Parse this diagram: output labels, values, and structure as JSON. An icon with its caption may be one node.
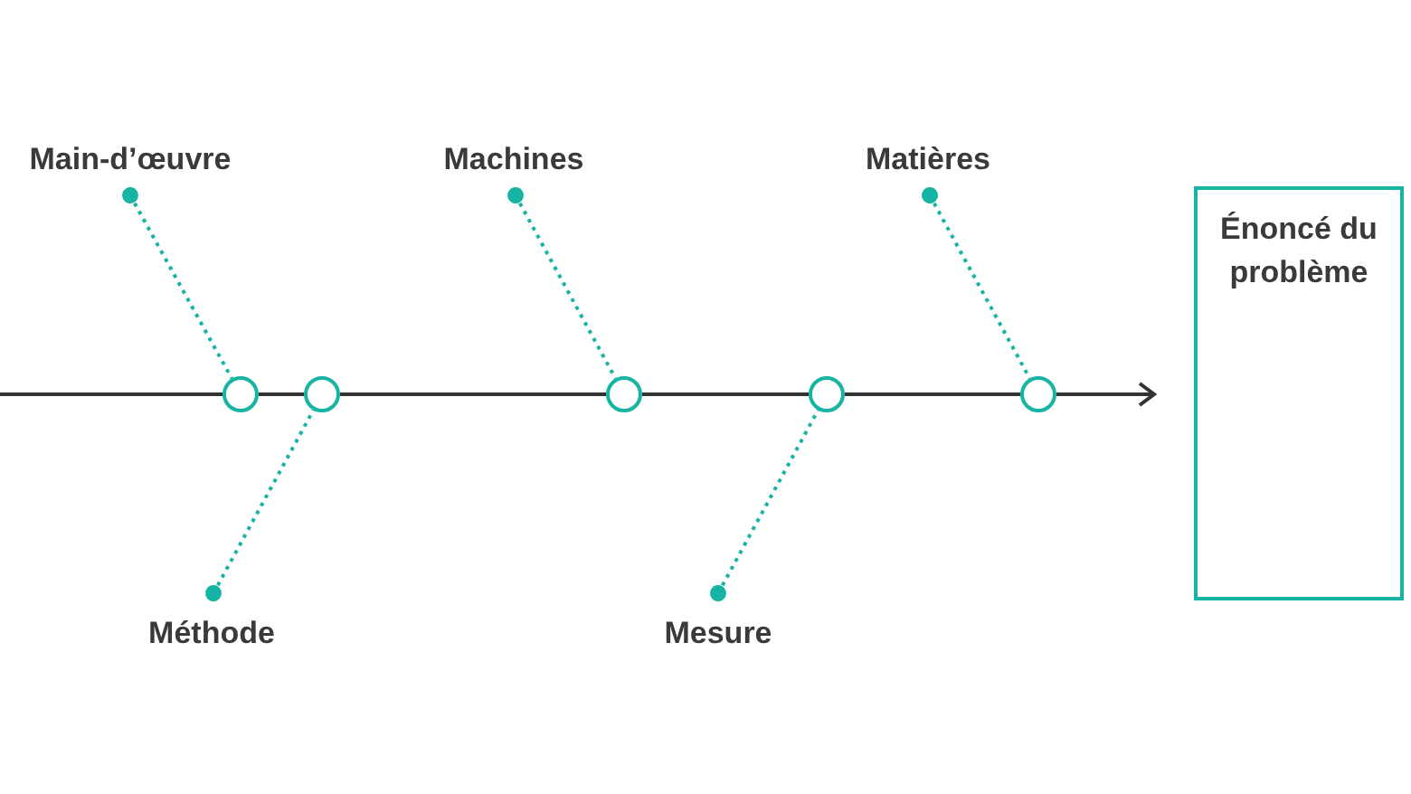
{
  "diagram": {
    "nodes": [
      {
        "text": [
          "Main-d’œuvre"
        ]
      },
      {
        "text": [
          "Machines"
        ]
      },
      {
        "text": [
          "Matières"
        ]
      },
      {
        "text": [
          "Énoncé du problème"
        ]
      },
      {
        "text": [],
        "shape": "circle"
      },
      {
        "text": [],
        "shape": "circle"
      },
      {
        "text": [],
        "shape": "circle"
      },
      {
        "text": [],
        "shape": "circle"
      },
      {
        "text": [],
        "shape": "circle"
      },
      {
        "text": [
          "Méthode"
        ]
      },
      {
        "text": [
          "Mesure"
        ]
      }
    ],
    "edges": [
      {
        "from": null,
        "to": 4,
        "arrow": "none"
      },
      {
        "from": 4,
        "to": 5,
        "arrow": "none"
      },
      {
        "from": 5,
        "to": 6,
        "arrow": "none"
      },
      {
        "from": 6,
        "to": 7,
        "arrow": "none"
      },
      {
        "from": 7,
        "to": 8,
        "arrow": "none"
      },
      {
        "from": 8,
        "to": 3,
        "arrow": "to"
      },
      {
        "from": 0,
        "to": 4,
        "arrow": "other",
        "style": "dashed",
        "color": "#17b3a3"
      },
      {
        "from": 1,
        "to": 6,
        "arrow": "other",
        "style": "dashed",
        "color": "#17b3a3"
      },
      {
        "from": 2,
        "to": 8,
        "arrow": "other",
        "style": "dashed",
        "color": "#17b3a3"
      },
      {
        "from": 9,
        "to": 5,
        "arrow": "other",
        "style": "dashed",
        "color": "#17b3a3"
      },
      {
        "from": 10,
        "to": 7,
        "arrow": "other",
        "style": "dashed",
        "color": "#17b3a3"
      }
    ]
  }
}
